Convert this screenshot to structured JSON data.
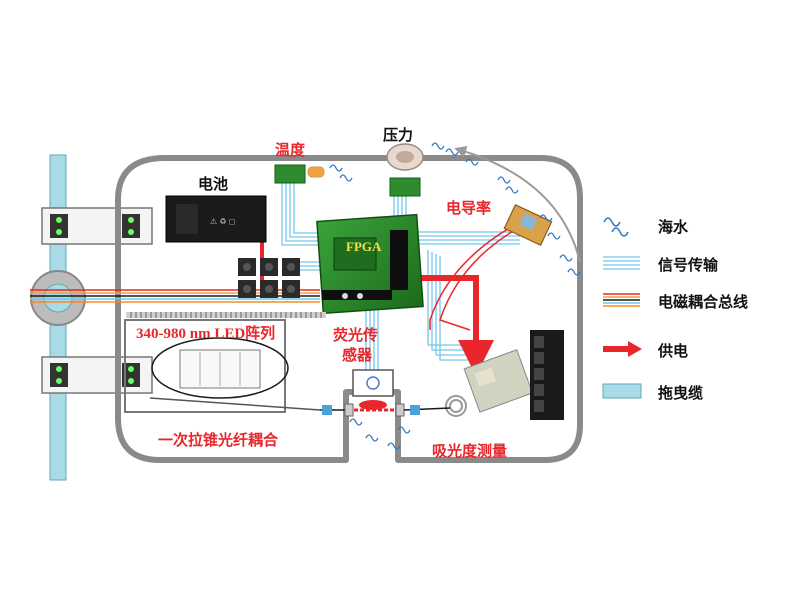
{
  "labels": {
    "battery": "电池",
    "temperature": "温度",
    "pressure": "压力",
    "conductivity": "电导率",
    "fpga": "FPGA",
    "led_array": "340-980 nm LED阵列",
    "fluorescence_sensor_line1": "荧光传",
    "fluorescence_sensor_line2": "感器",
    "fiber_coupling": "一次拉锥光纤耦合",
    "absorbance": "吸光度测量"
  },
  "legend": {
    "items": [
      {
        "icon": "seawater-icon",
        "label": "海水"
      },
      {
        "icon": "signal-lines-icon",
        "label": "信号传输"
      },
      {
        "icon": "em-bus-icon",
        "label": "电磁耦合总线"
      },
      {
        "icon": "power-arrow-icon",
        "label": "供电"
      },
      {
        "icon": "tow-cable-icon",
        "label": "拖曳缆"
      }
    ]
  },
  "colors": {
    "label_red": "#e8262b",
    "signal": "#74c7ea",
    "power": "#e8262b",
    "cable": "#a9dbe6",
    "housing": "#8a8a8a",
    "pcb_green": "#2e8b2e"
  }
}
